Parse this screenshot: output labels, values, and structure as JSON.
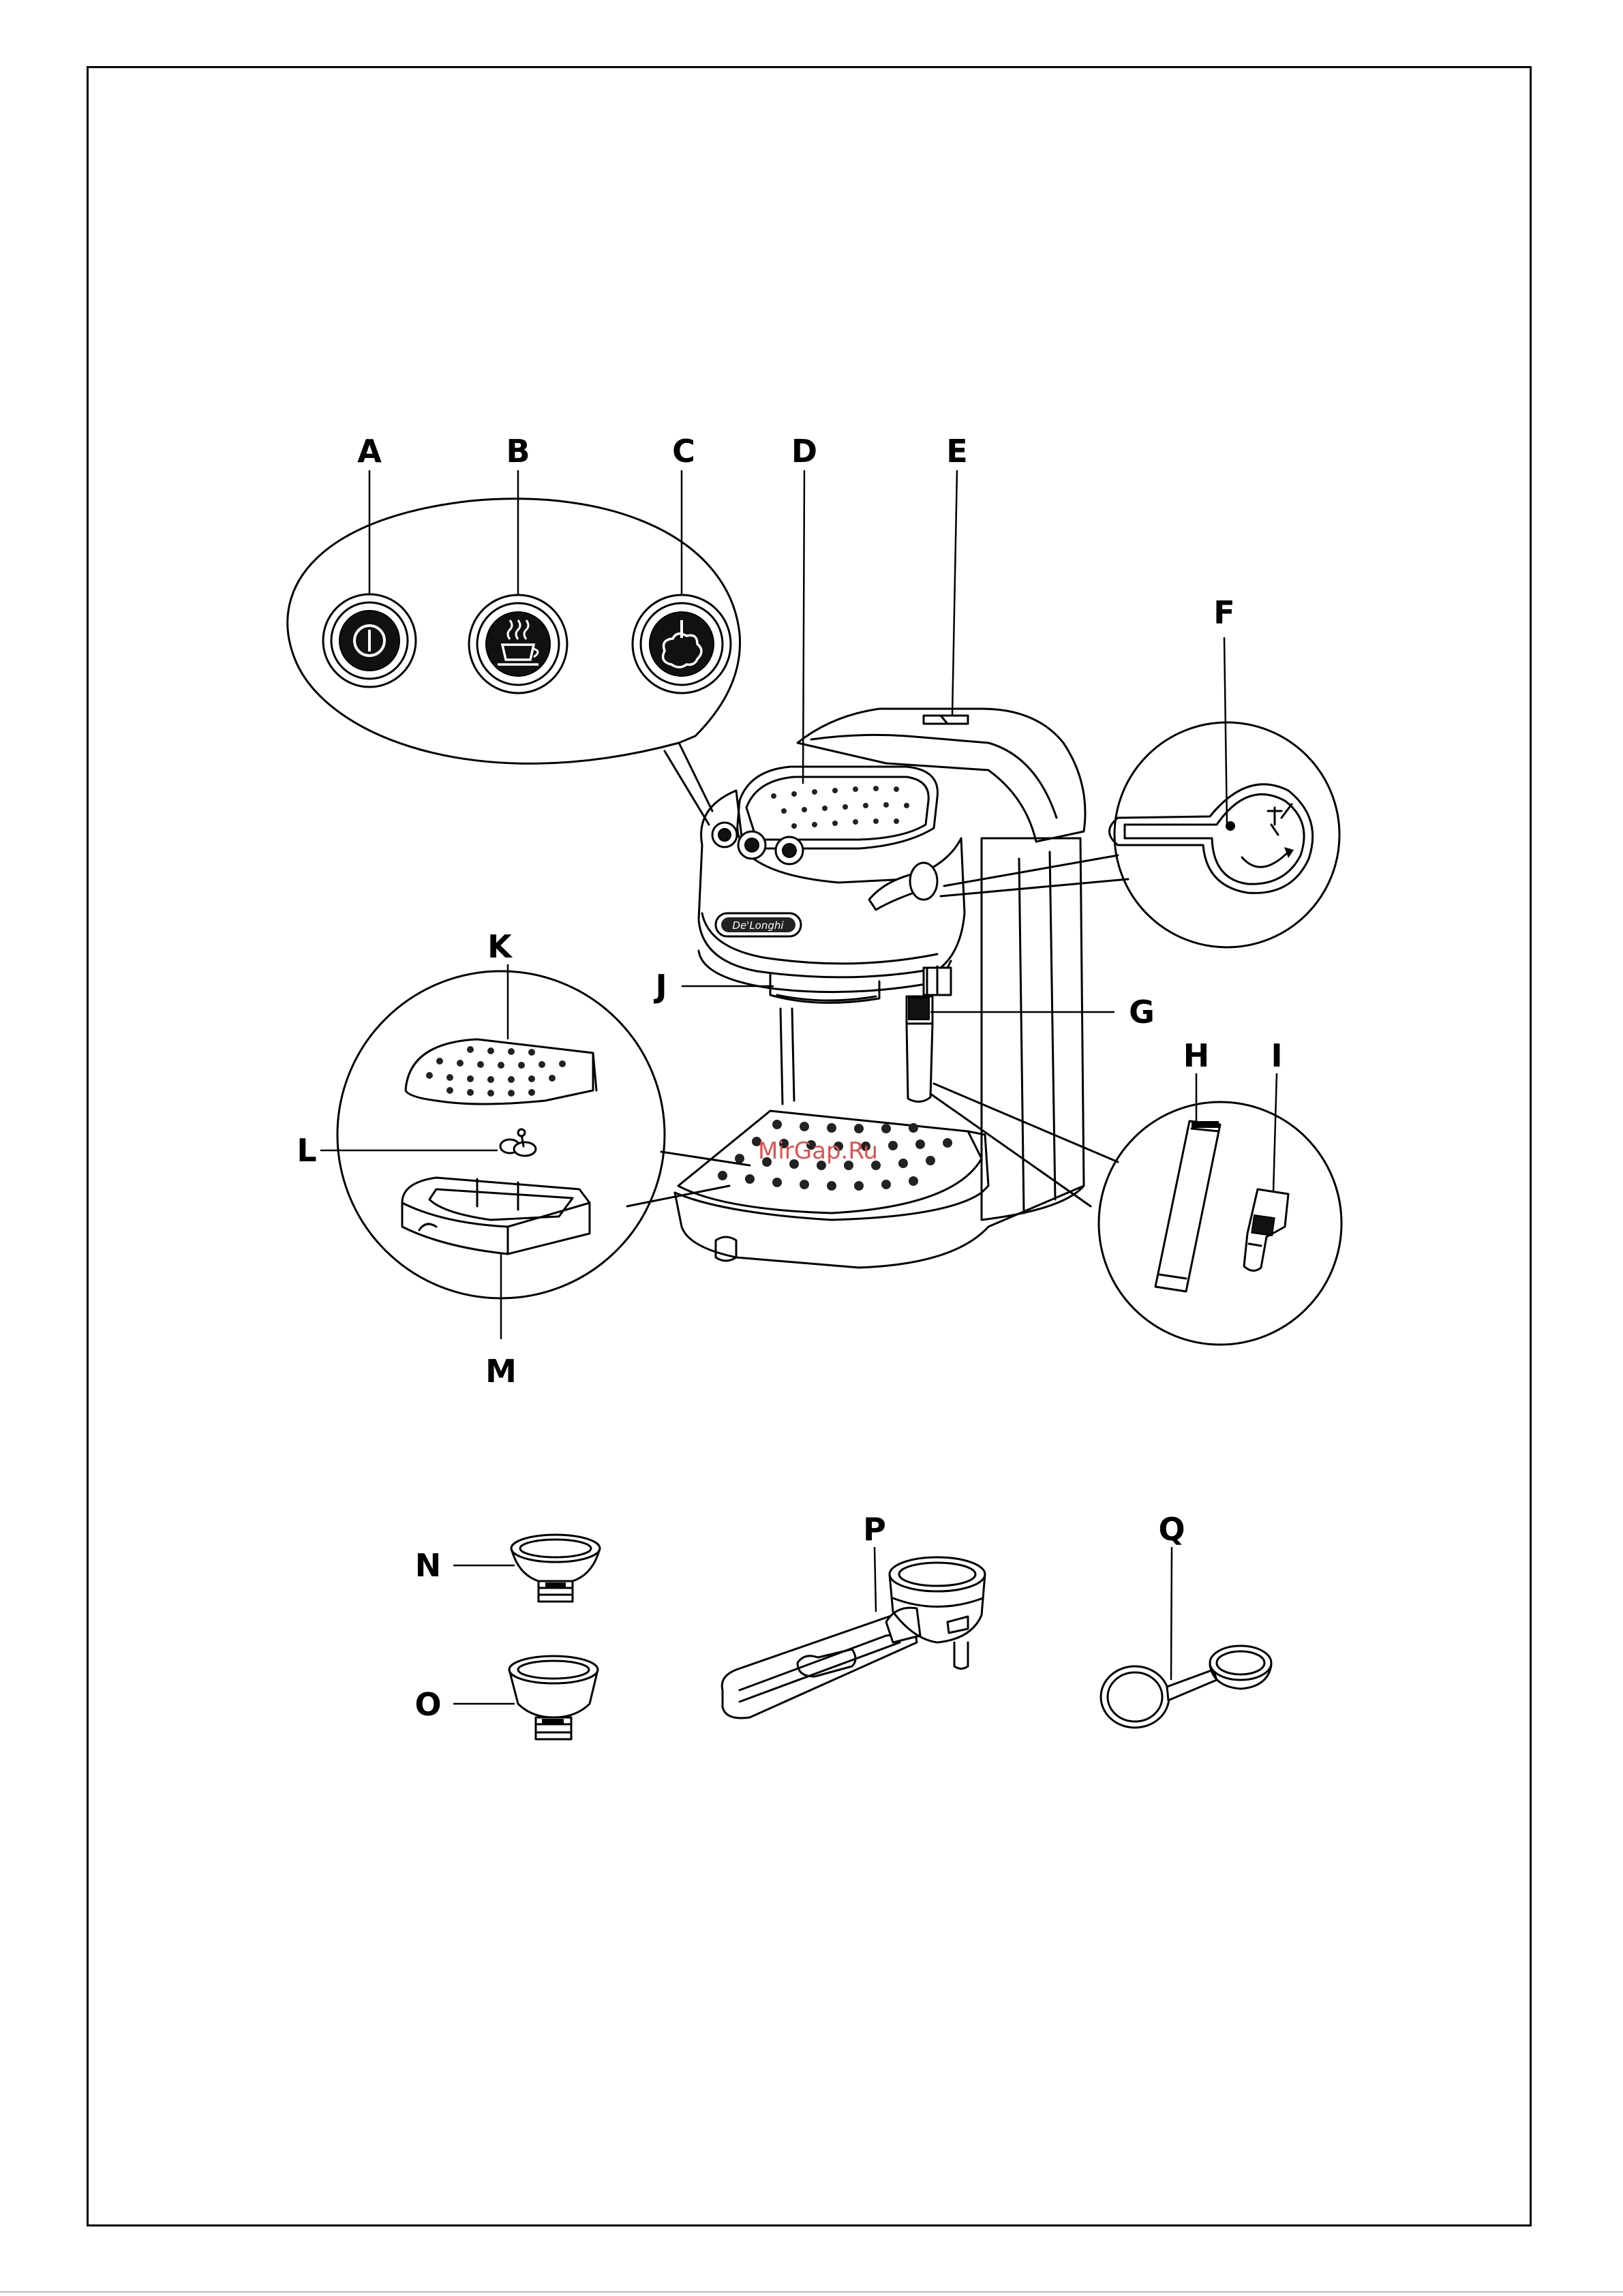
{
  "labels": {
    "A": "A",
    "B": "B",
    "C": "C",
    "D": "D",
    "E": "E",
    "F": "F",
    "G": "G",
    "H": "H",
    "I": "I",
    "J": "J",
    "K": "K",
    "L": "L",
    "M": "M",
    "N": "N",
    "O": "O",
    "P": "P",
    "Q": "Q"
  },
  "brand_badge": "De'Longhi",
  "watermark": "MirGap.Ru",
  "colors": {
    "line": "#000000",
    "watermark": "#e05050",
    "background": "#ffffff"
  },
  "icons": {
    "button_a": "power-icon",
    "button_b": "coffee-cup-icon",
    "button_c": "steam-icon",
    "knob_f": "steam-dial-icon"
  }
}
